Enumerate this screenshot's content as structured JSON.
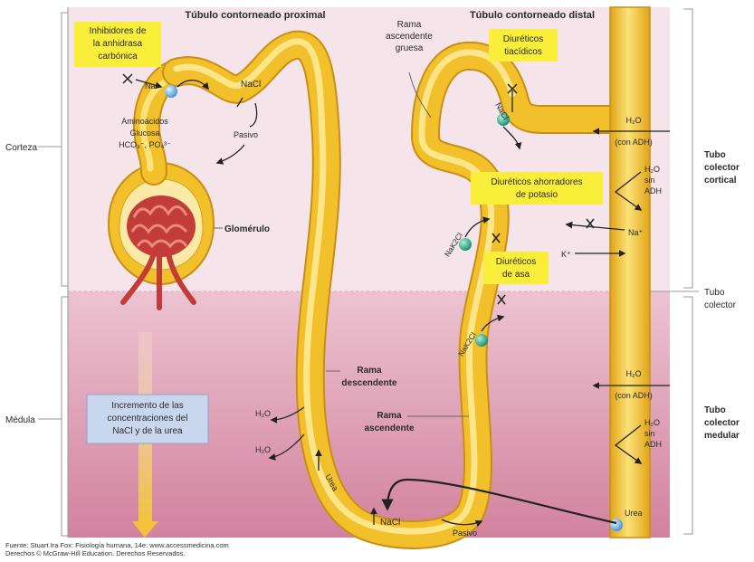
{
  "title_proximal": "Túbulo contorneado proximal",
  "title_distal": "Túbulo contorneado distal",
  "rama_ascendente_gruesa": [
    "Rama",
    "ascendente",
    "gruesa"
  ],
  "region_corteza": "Corteza",
  "region_medula": "Médula",
  "boxes": {
    "anhidrasa": [
      "Inhibidores de",
      "la anhidrasa",
      "carbónica"
    ],
    "tiazidicos": [
      "Diuréticos",
      "tiacídicos"
    ],
    "ahorradores": [
      "Diuréticos ahorradores",
      "de potasio"
    ],
    "asa": [
      "Diuréticos",
      "de asa"
    ],
    "incremento": [
      "Incremento de las",
      "concentraciones del",
      "NaCl y de la urea"
    ]
  },
  "labels": {
    "na_plus": "Na⁺",
    "nacl_top": "NaCl",
    "pasivo_top": "Pasivo",
    "aminoacidos": "Aminoácidos",
    "glucosa": "Glucosa",
    "hco_po": "HCO₃⁻, PO₄³⁻",
    "glomerulo": "Glomérulo",
    "nacl_distal": "NaCl",
    "h2o_con_adh_1": [
      "H₂O",
      "(con ADH)"
    ],
    "h2o_sin_adh_1": [
      "H₂O",
      "sin",
      "ADH"
    ],
    "na_plus_col": "Na⁺",
    "k_plus": "K⁺",
    "nak2cl_1": "NaK2Cl",
    "nak2cl_2": "NaK2Cl",
    "rama_descendente": [
      "Rama",
      "descendente"
    ],
    "rama_ascendente": [
      "Rama",
      "ascendente"
    ],
    "h2o_1": "H₂O",
    "h2o_2": "H₂O",
    "urea_loop": "Urea",
    "nacl_bottom": "NaCl",
    "pasivo_bottom": "Pasivo",
    "h2o_con_adh_2": [
      "H₂O",
      "(con ADH)"
    ],
    "h2o_sin_adh_2": [
      "H₂O",
      "sin",
      "ADH"
    ],
    "urea_col": "Urea",
    "tubo_colector_cortical": [
      "Tubo",
      "colector",
      "cortical"
    ],
    "tubo_colector": [
      "Tubo",
      "colector"
    ],
    "tubo_colector_medular": [
      "Tubo",
      "colector",
      "medular"
    ]
  },
  "source": [
    "Fuente: Stuart Ira Fox: Fisiología humana, 14e: www.accessmedicina.com",
    "Derechos © McGraw-Hill Education. Derechos Reservados."
  ],
  "colors": {
    "cortex_bg": "#f5e4ea",
    "medulla_top": "#e7b6c6",
    "medulla_bottom": "#cf7b98",
    "tube": "#f2c02a",
    "tube_light": "#fbe27a",
    "box_yellow": "#f9ee3a",
    "box_blue": "#c9d7ee",
    "glomerulus": "#c23d3a",
    "transporter": "#2ba88a"
  }
}
